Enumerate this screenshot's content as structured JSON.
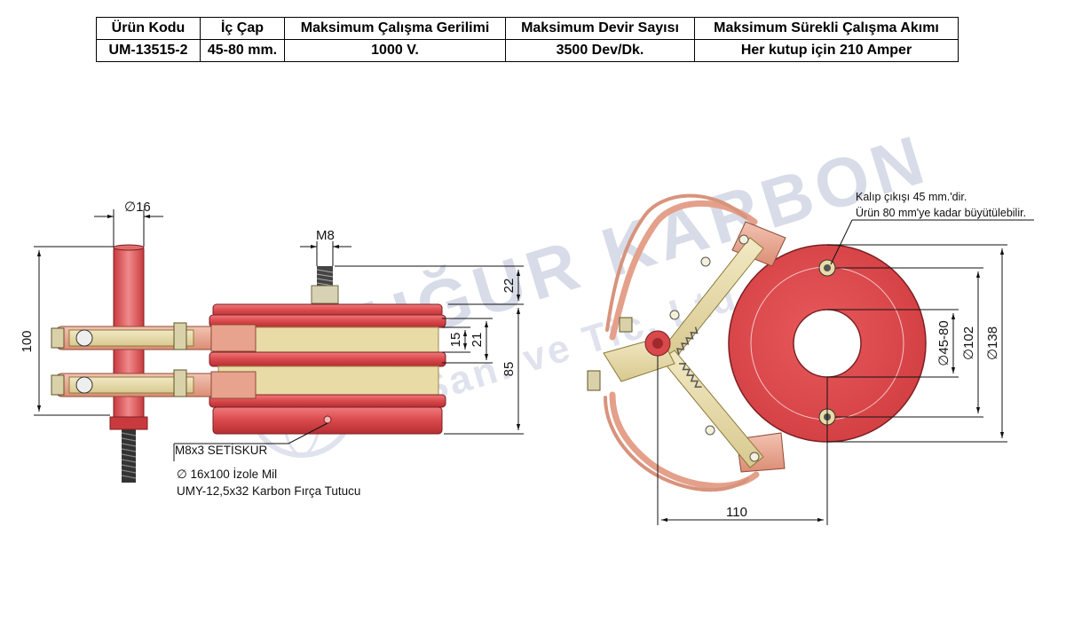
{
  "spec_table": {
    "headers": [
      "Ürün Kodu",
      "İç Çap",
      "Maksimum Çalışma Gerilimi",
      "Maksimum Devir Sayısı",
      "Maksimum Sürekli Çalışma Akımı"
    ],
    "row": [
      "UM-13515-2",
      "45-80 mm.",
      "1000 V.",
      "3500 Dev/Dk.",
      "Her kutup için 210 Amper"
    ]
  },
  "dimensions": {
    "shaft_dia": "16",
    "thread": "M8",
    "height_100": "100",
    "height_22": "22",
    "height_15": "15",
    "height_21": "21",
    "height_85": "85",
    "width_110": "110",
    "dia_inner": "45-80",
    "dia_102": "102",
    "dia_138": "138"
  },
  "callouts": {
    "setscrew": "M8x3 SETİSKUR",
    "shaft": "16x100 İzole Mil",
    "holder": "UMY-12,5x32 Karbon Fırça Tutucu"
  },
  "notes": {
    "line1": "Kalıp çıkışı 45 mm.'dir.",
    "line2": "Ürün 80 mm'ye kadar büyütülebilir."
  },
  "watermark": {
    "line1": "UĞUR KARBON",
    "line2": "San. ve Tic. Ltd. Şti."
  },
  "colors": {
    "ring_red": "#d9484b",
    "ring_dark": "#b52f33",
    "brass": "#e8dba6",
    "copper": "#e4a08a",
    "watermark": "#b8c0d6"
  }
}
